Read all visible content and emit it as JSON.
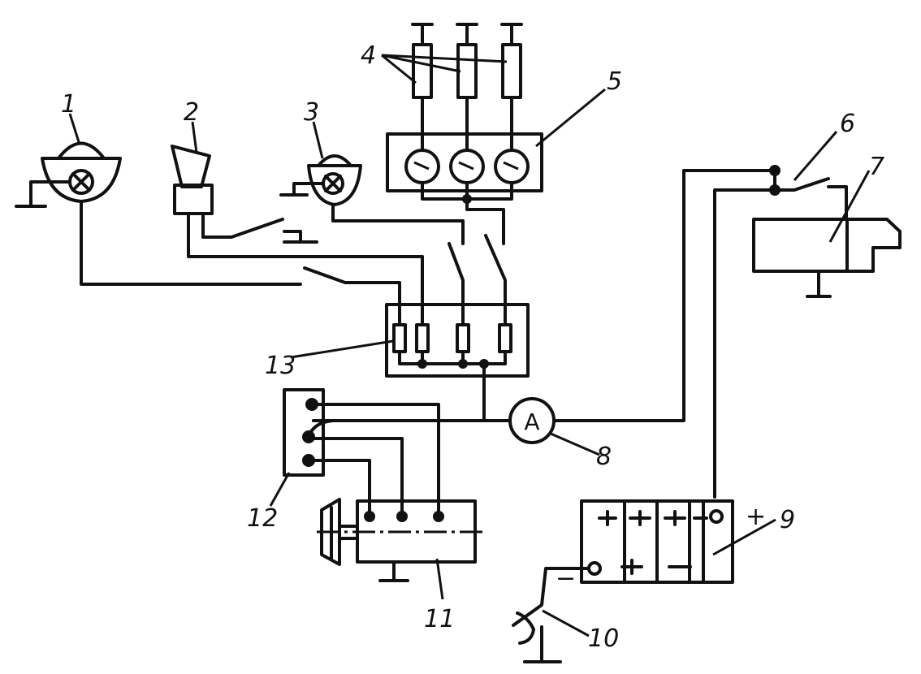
{
  "labels": {
    "headlamp_left": "1",
    "horn": "2",
    "headlamp_right": "3",
    "glow_plugs": "4",
    "indicator_panel": "5",
    "switch": "6",
    "starter": "7",
    "ammeter": "8",
    "battery": "9",
    "ground_switch": "10",
    "generator": "11",
    "relay_regulator": "12",
    "fuse_block": "13"
  },
  "symbols": {
    "ammeter_letter": "A",
    "battery_plus": "+",
    "battery_minus": "−"
  }
}
